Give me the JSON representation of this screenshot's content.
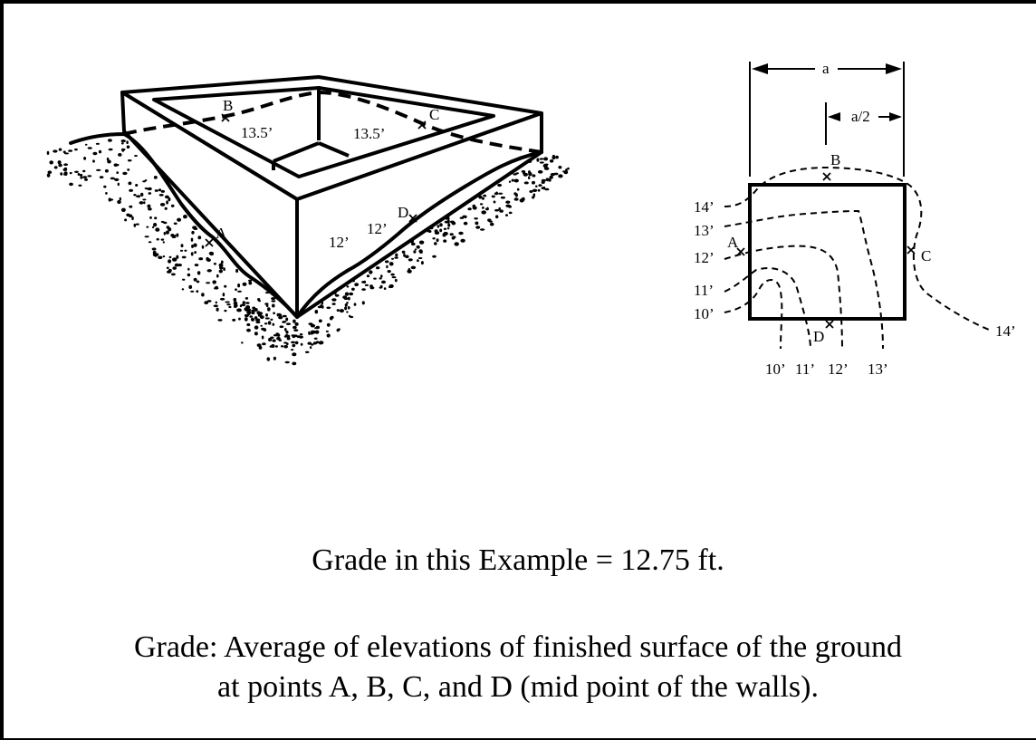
{
  "labels": {
    "iso_b": "B",
    "iso_c": "C",
    "iso_a": "A",
    "iso_d": "D",
    "iso_depth_back_left": "13.5’",
    "iso_depth_back_right": "13.5’",
    "iso_depth_front_left": "12’",
    "iso_depth_front_right": "12’",
    "plan_a": "a",
    "plan_half_a": "a/2",
    "plan_b": "B",
    "plan_a_point": "A",
    "plan_c": "C",
    "plan_d": "D"
  },
  "contour_labels_left": [
    "14’",
    "13’",
    "12’",
    "11’",
    "10’"
  ],
  "contour_labels_bottom": [
    "10’",
    "11’",
    "12’",
    "13’"
  ],
  "contour_label_right": "14’",
  "captions": {
    "grade_example": "Grade in this Example = 12.75 ft.",
    "definition_line1": "Grade: Average of elevations of finished surface of the ground",
    "definition_line2": "at points A, B, C, and D (mid point of the walls)."
  },
  "colors": {
    "ink": "#000000",
    "paper": "#ffffff"
  }
}
